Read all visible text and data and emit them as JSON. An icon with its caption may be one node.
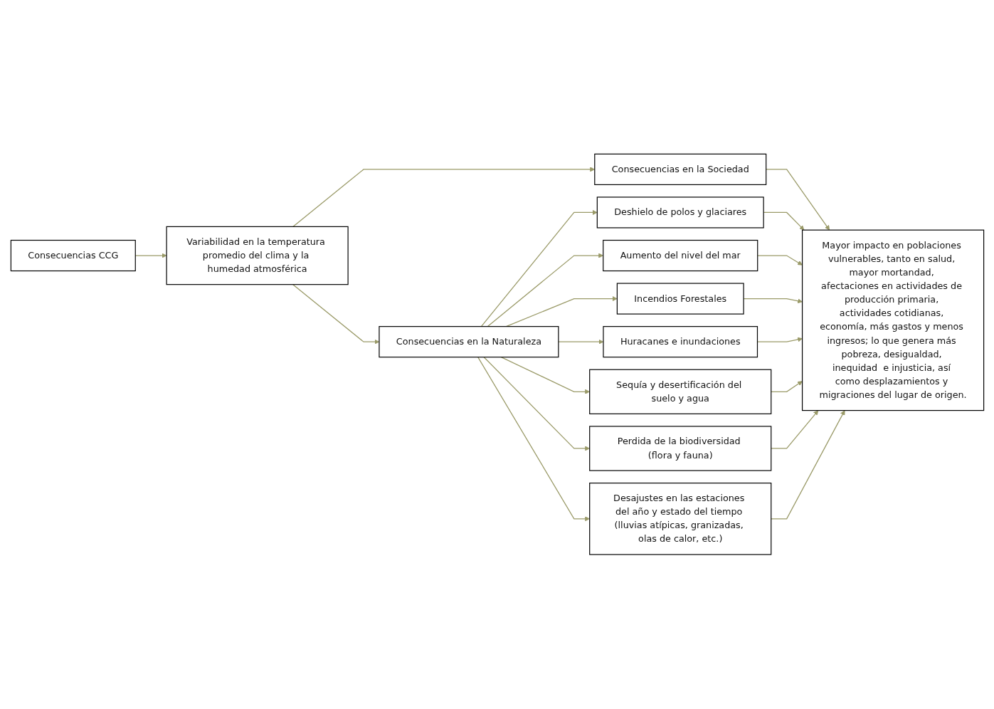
{
  "diagram": {
    "nodes": [
      {
        "text": [
          "Consecuencias CCG"
        ]
      },
      {
        "text": [
          "Variabilidad en la temperatura promedio del clima y la humedad atmosférica"
        ]
      },
      {
        "text": [
          "Consecuencias en la Sociedad"
        ]
      },
      {
        "text": [
          "Consecuencias en la Naturaleza"
        ]
      },
      {
        "text": [
          "Deshielo de polos y glaciares"
        ]
      },
      {
        "text": [
          "Aumento del nivel del mar"
        ]
      },
      {
        "text": [
          "Incendios Forestales"
        ]
      },
      {
        "text": [
          "Huracanes e inundaciones"
        ]
      },
      {
        "text": [
          "Sequía y desertificación del suelo y agua"
        ]
      },
      {
        "text": [
          "Perdida de la biodiversidad (flora y fauna)"
        ]
      },
      {
        "text": [
          "Mayor impacto en poblaciones vulnerables, tanto en salud, mayor mortandad, afectaciones en actividades de producción primaria, actividades cotidianas, economía, más gastos y menos ingresos; lo que genera más pobreza, desigualdad, inequidad  e injusticia, así como desplazamientos y migraciones del lugar de origen."
        ]
      },
      {
        "text": [
          "Desajustes en las estaciones del año y estado del tiempo (lluvias atípicas, granizadas, olas de calor, etc.)"
        ]
      }
    ],
    "edges": [
      {
        "from": 0,
        "to": 1,
        "arrow": "to"
      },
      {
        "from": 1,
        "to": 2,
        "arrow": "to"
      },
      {
        "from": 1,
        "to": 3,
        "arrow": "to"
      },
      {
        "from": 2,
        "to": 10,
        "arrow": "to"
      },
      {
        "from": 3,
        "to": 4,
        "arrow": "to"
      },
      {
        "from": 3,
        "to": 5,
        "arrow": "to"
      },
      {
        "from": 3,
        "to": 6,
        "arrow": "to"
      },
      {
        "from": 3,
        "to": 7,
        "arrow": "to"
      },
      {
        "from": 3,
        "to": 8,
        "arrow": "to"
      },
      {
        "from": 3,
        "to": 9,
        "arrow": "to"
      },
      {
        "from": 3,
        "to": 11,
        "arrow": "to"
      },
      {
        "from": 4,
        "to": 10,
        "arrow": "to"
      },
      {
        "from": 5,
        "to": 10,
        "arrow": "to"
      },
      {
        "from": 6,
        "to": 10,
        "arrow": "to"
      },
      {
        "from": 7,
        "to": 10,
        "arrow": "to"
      },
      {
        "from": 8,
        "to": 10,
        "arrow": "to"
      },
      {
        "from": 9,
        "to": 10,
        "arrow": "to"
      },
      {
        "from": 11,
        "to": 10,
        "arrow": "to"
      }
    ]
  }
}
